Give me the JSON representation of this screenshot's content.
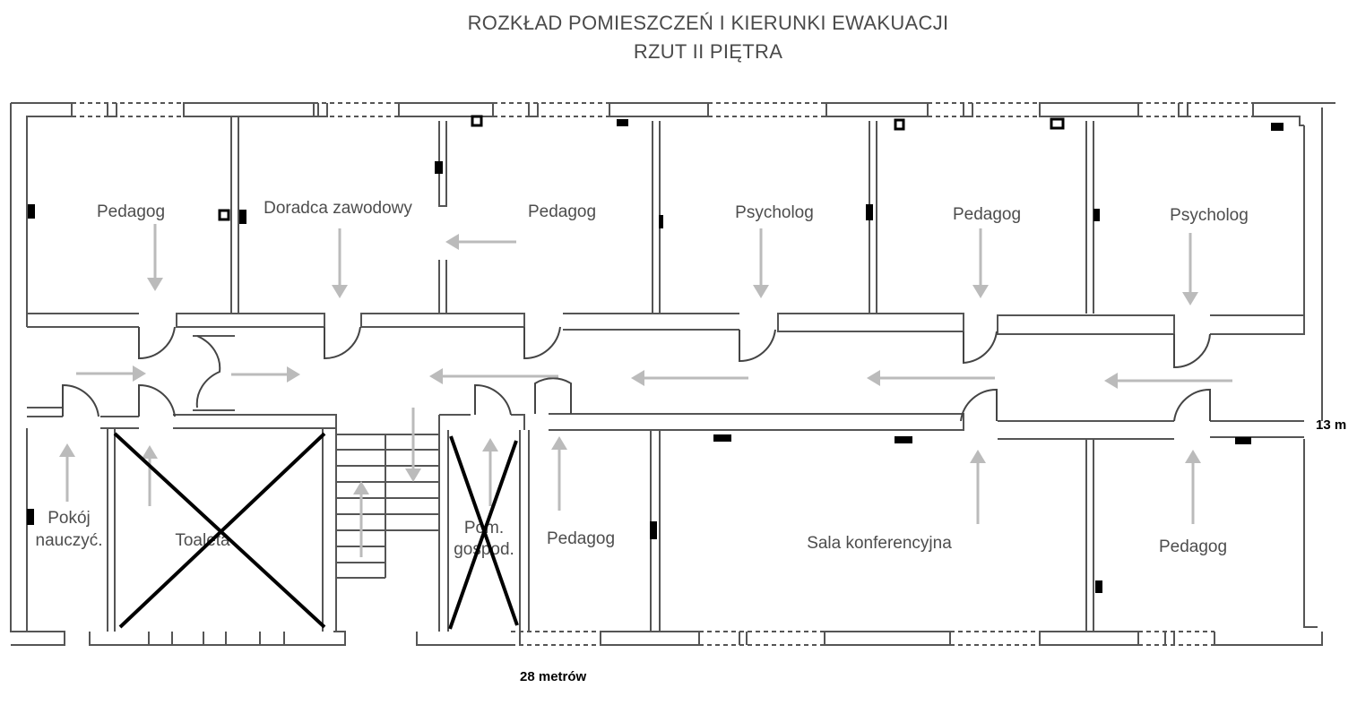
{
  "title": {
    "line1": "ROZKŁAD POMIESZCZEŃ I KIERUNKI EWAKUACJI",
    "line2": "RZUT II PIĘTRA"
  },
  "rooms_top": [
    "Pedagog",
    "Doradca zawodowy",
    "Pedagog",
    "Psycholog",
    "Pedagog",
    "Psycholog"
  ],
  "rooms_bottom": {
    "pokoj_line1": "Pokój",
    "pokoj_line2": "nauczyć.",
    "toaleta": "Toaleta",
    "pom_line1": "Pom.",
    "pom_line2": "gospod.",
    "pedagog_left": "Pedagog",
    "sala": "Sala konferencyjna",
    "pedagog_right": "Pedagog"
  },
  "dimensions": {
    "width": "28 metrów",
    "depth": "13 m"
  },
  "colors": {
    "walls": "#555555",
    "arrows": "#bbbbbb",
    "marks": "#000000"
  }
}
